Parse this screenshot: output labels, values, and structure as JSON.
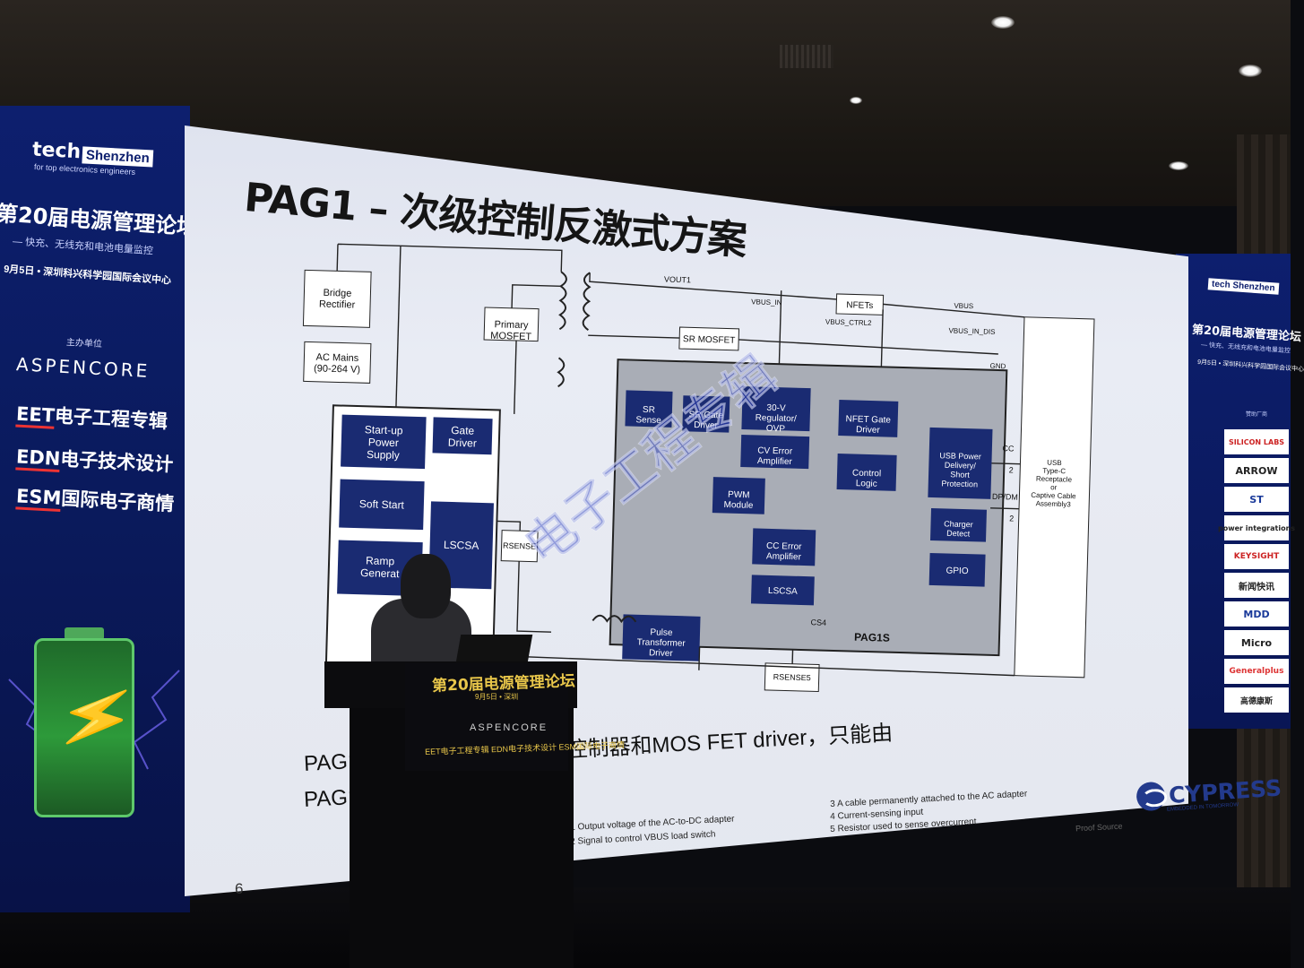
{
  "left_panel": {
    "logo_tech": "tech",
    "logo_city": "Shenzhen",
    "logo_tagline": "for top electronics engineers",
    "forum_title": "第20届电源管理论坛",
    "forum_subtitle": "— 快充、无线充和电池电量监控",
    "forum_date": "9月5日 • 深圳科兴科学园国际会议中心",
    "organizer_label": "主办单位",
    "organizer": "ASPENCORE",
    "brands": [
      {
        "acronym": "EET",
        "name": "电子工程专辑"
      },
      {
        "acronym": "EDN",
        "name": "电子技术设计"
      },
      {
        "acronym": "ESM",
        "name": "国际电子商情"
      }
    ]
  },
  "right_panel": {
    "logo": "tech Shenzhen",
    "forum_title": "第20届电源管理论坛",
    "forum_subtitle": "— 快充、无线充和电池电量监控",
    "forum_date": "9月5日 • 深圳科兴科学园国际会议中心",
    "sponsor_label": "赞助厂商",
    "sponsors": [
      "SILICON LABS",
      "ARROW",
      "ST",
      "power integrations",
      "KEYSIGHT",
      "新闻快讯",
      "MDD",
      "Micro",
      "Generalplus",
      "高德康斯"
    ]
  },
  "slide": {
    "title": "PAG1 – 次级控制反激式方案",
    "diagram": {
      "left_block": {
        "startup": "Start-up\nPower\nSupply",
        "gate": "Gate\nDriver",
        "softstart": "Soft Start",
        "lscsa": "LSCSA",
        "ramp": "Ramp\nGenerat"
      },
      "bridge": "Bridge\nRectifier",
      "ac_mains": "AC Mains\n(90-264 V)",
      "primary": "Primary\nMOSFET",
      "rsense_left": "RSENSE",
      "sr_mosfet": "SR MOSFET",
      "nfets": "NFETs",
      "vout": "VOUT1",
      "vbus_in": "VBUS_IN",
      "vbus_ctrl": "VBUS_CTRL2",
      "vbus": "VBUS",
      "vbus_in_dis": "VBUS_IN_DIS",
      "gnd": "GND",
      "usb_receptacle": "USB\nType-C\nReceptacle\nor\nCaptive Cable\nAssembly3",
      "pag1s": "PAG1S",
      "sr_sense": "SR\nSense",
      "sr_gate": "SR Gate\nDriver",
      "regulator": "30-V\nRegulator/\nOVP",
      "cv_error": "CV Error\nAmplifier",
      "nfet_gate": "NFET Gate\nDriver",
      "control_logic": "Control\nLogic",
      "usb_pd": "USB Power\nDelivery/\nShort\nProtection",
      "pwm": "PWM\nModule",
      "cc_error": "CC Error\nAmplifier",
      "lscsa": "LSCSA",
      "charger": "Charger\nDetect",
      "gpio": "GPIO",
      "pulse": "Pulse\nTransformer\nDriver",
      "rsense_bottom": "RSENSE5",
      "cs": "CS4",
      "cc_bus": "CC",
      "cc_bus_n": "2",
      "dp_dm": "DP/DM",
      "dp_dm_n": "2"
    },
    "body_line1": "PAG1 主要包括一个start up控制器和MOS FET driver，只能由",
    "body_line2": "PAG1S 控制。",
    "footnotes_left": [
      "1 Output voltage of the AC-to-DC adapter",
      "2 Signal to control VBUS load switch"
    ],
    "footnotes_right": [
      "3 A cable permanently attached to the AC adapter",
      "4 Current-sensing input",
      "5 Resistor used to sense overcurrent"
    ],
    "proof_source": "Proof Source",
    "page_number": "6",
    "company": "CYPRESS",
    "company_tagline": "EMBEDDED IN TOMORROW"
  },
  "watermark": "电子工程专辑",
  "podium": {
    "title": "第20届电源管理论坛",
    "date": "9月5日 • 深圳",
    "organizer": "ASPENCORE",
    "brands": "EET电子工程专辑  EDN电子技术设计  ESM国际电子商情"
  }
}
